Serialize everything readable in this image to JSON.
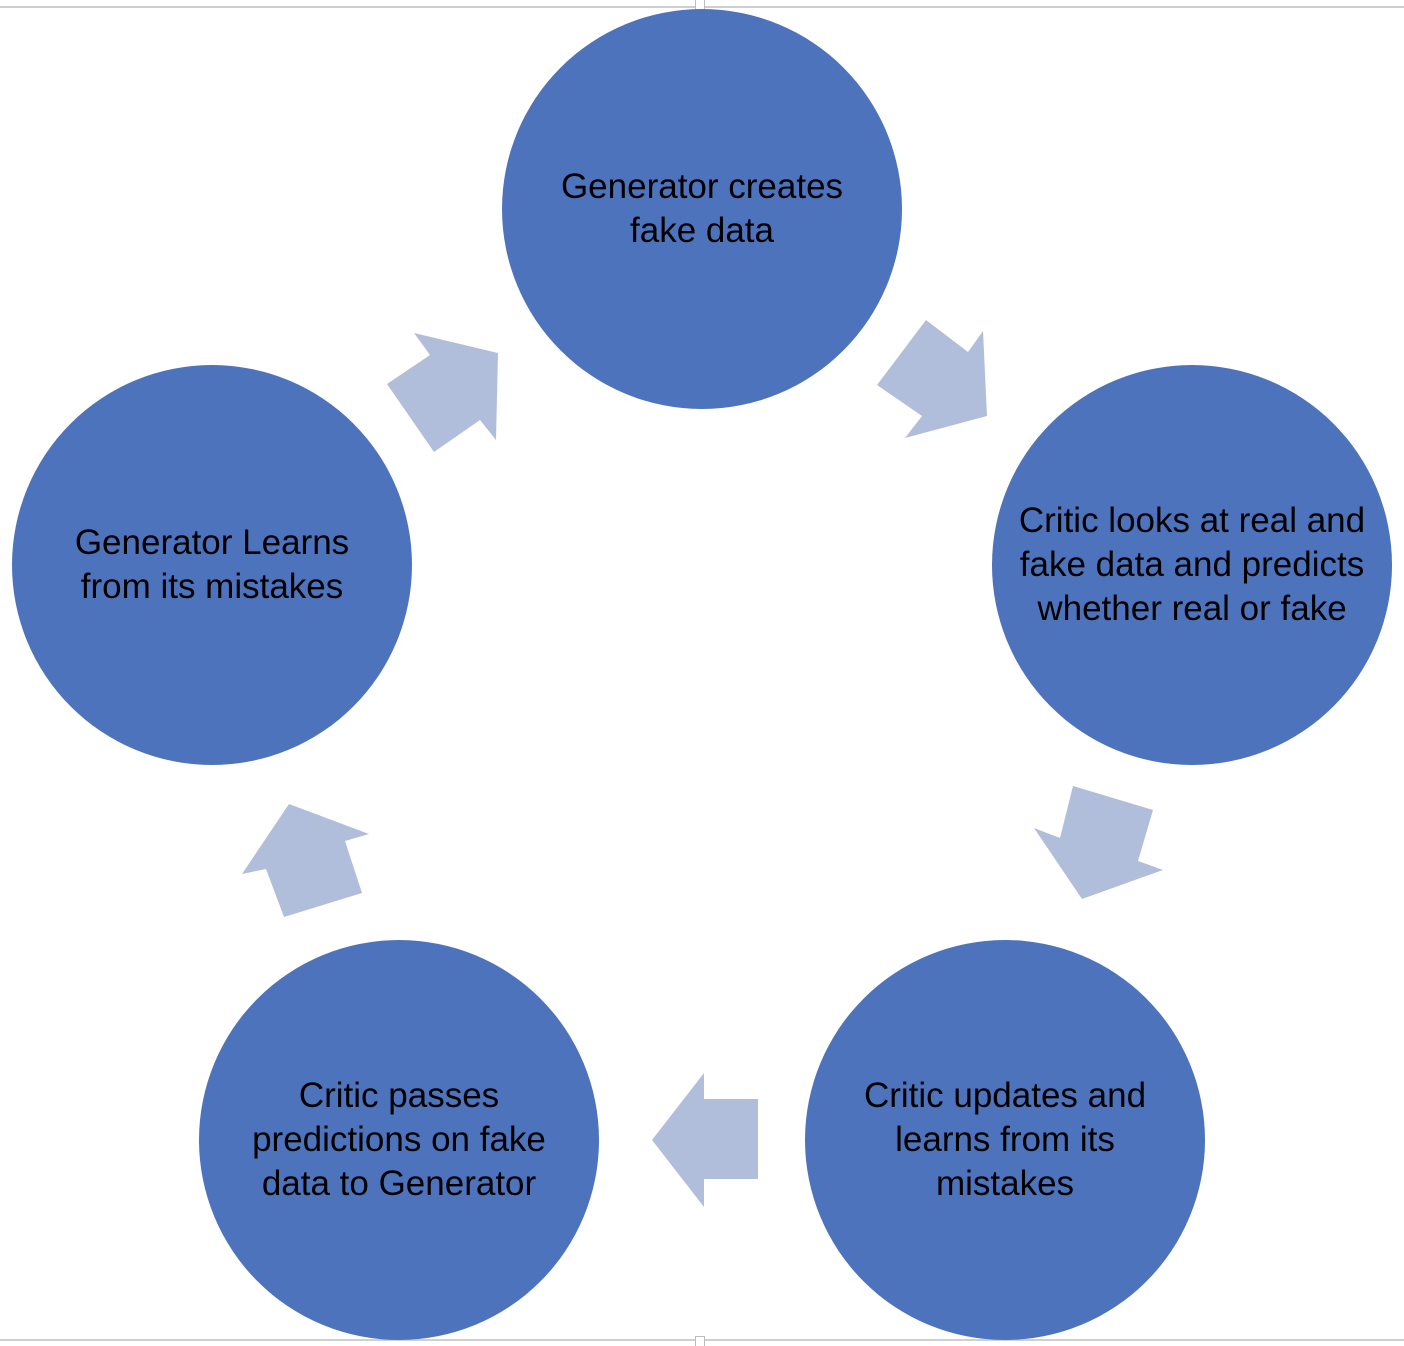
{
  "diagram": {
    "title": "",
    "colors": {
      "node_fill": "#4e73bd",
      "arrow_fill": "#b1bedb",
      "text": "#000000",
      "frame_line": "#cfcfcf"
    },
    "nodes": [
      {
        "id": "generator-creates",
        "label": "Generator creates fake data"
      },
      {
        "id": "critic-looks",
        "label": "Critic looks at real and fake data and predicts whether real or fake"
      },
      {
        "id": "critic-updates",
        "label": "Critic updates and learns from its mistakes"
      },
      {
        "id": "critic-passes",
        "label": "Critic passes predictions on fake data to Generator"
      },
      {
        "id": "generator-learns",
        "label": "Generator Learns from its mistakes"
      }
    ],
    "edges": [
      {
        "from": "generator-creates",
        "to": "critic-looks",
        "icon": "arrow-icon"
      },
      {
        "from": "critic-looks",
        "to": "critic-updates",
        "icon": "arrow-icon"
      },
      {
        "from": "critic-updates",
        "to": "critic-passes",
        "icon": "arrow-icon"
      },
      {
        "from": "critic-passes",
        "to": "generator-learns",
        "icon": "arrow-icon"
      },
      {
        "from": "generator-learns",
        "to": "generator-creates",
        "icon": "arrow-icon"
      }
    ]
  }
}
